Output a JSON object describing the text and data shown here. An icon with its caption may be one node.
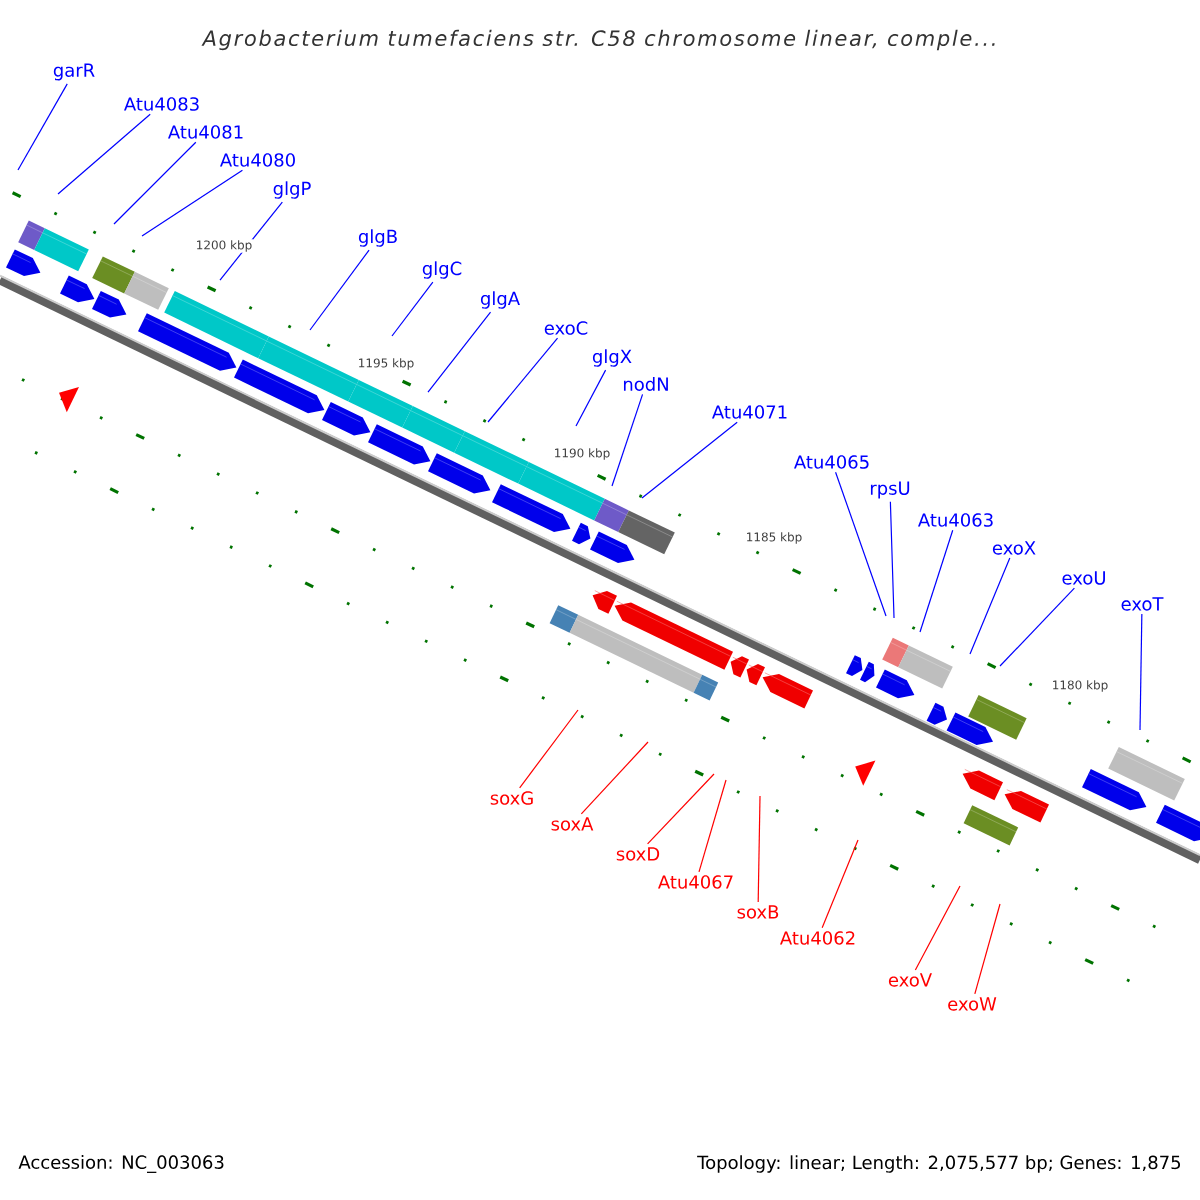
{
  "diagram": {
    "title": "Agrobacterium tumefaciens str. C58 chromosome linear, comple...",
    "nodes": [
      {
        "text": [
          "garR"
        ]
      },
      {
        "text": [
          "Atu4083"
        ]
      },
      {
        "text": [
          "Atu4081"
        ]
      },
      {
        "text": [
          "Atu4080"
        ]
      },
      {
        "text": [
          "glgP"
        ]
      },
      {
        "text": [
          "glgB"
        ]
      },
      {
        "text": [
          "glgC"
        ]
      },
      {
        "text": [
          "glgA"
        ]
      },
      {
        "text": [
          "exoC"
        ]
      },
      {
        "text": [
          "glgX"
        ]
      },
      {
        "text": [
          "nodN"
        ]
      },
      {
        "text": [
          "Atu4071"
        ]
      },
      {
        "text": [
          "Atu4065"
        ]
      },
      {
        "text": [
          "rpsU"
        ]
      },
      {
        "text": [
          "Atu4063"
        ]
      },
      {
        "text": [
          "exoX"
        ]
      },
      {
        "text": [
          "exoU"
        ]
      },
      {
        "text": [
          "exoT"
        ]
      },
      {
        "text": [
          "soxG"
        ]
      },
      {
        "text": [
          "soxA"
        ]
      },
      {
        "text": [
          "soxD"
        ]
      },
      {
        "text": [
          "Atu4067"
        ]
      },
      {
        "text": [
          "soxB"
        ]
      },
      {
        "text": [
          "Atu4062"
        ]
      },
      {
        "text": [
          "exoV"
        ]
      },
      {
        "text": [
          "exoW"
        ]
      }
    ],
    "edges": [
      {
        "from": 0,
        "to": null,
        "arrow": "none"
      },
      {
        "from": 1,
        "to": null,
        "arrow": "none"
      },
      {
        "from": 2,
        "to": null,
        "arrow": "none"
      },
      {
        "from": 3,
        "to": null,
        "arrow": "none"
      },
      {
        "from": 4,
        "to": null,
        "arrow": "none"
      },
      {
        "from": 5,
        "to": null,
        "arrow": "none"
      },
      {
        "from": 6,
        "to": null,
        "arrow": "none"
      },
      {
        "from": 7,
        "to": null,
        "arrow": "none"
      },
      {
        "from": 8,
        "to": null,
        "arrow": "none"
      },
      {
        "from": 9,
        "to": null,
        "arrow": "none"
      },
      {
        "from": 10,
        "to": null,
        "arrow": "none"
      },
      {
        "from": 11,
        "to": null,
        "arrow": "none"
      },
      {
        "from": 12,
        "to": null,
        "arrow": "none"
      },
      {
        "from": 13,
        "to": null,
        "arrow": "none"
      },
      {
        "from": 14,
        "to": null,
        "arrow": "none"
      },
      {
        "from": 15,
        "to": null,
        "arrow": "none"
      },
      {
        "from": 16,
        "to": null,
        "arrow": "none"
      },
      {
        "from": 17,
        "to": null,
        "arrow": "none"
      },
      {
        "from": 18,
        "to": null,
        "arrow": "none",
        "color": "#ff0000"
      },
      {
        "from": 19,
        "to": null,
        "arrow": "none",
        "color": "#ff0000"
      },
      {
        "from": 20,
        "to": null,
        "arrow": "none",
        "color": "#ff0000"
      },
      {
        "from": 21,
        "to": null,
        "arrow": "none",
        "color": "#ff0000"
      },
      {
        "from": 22,
        "to": null,
        "arrow": "none",
        "color": "#ff0000"
      },
      {
        "from": 23,
        "to": null,
        "arrow": "none",
        "color": "#ff0000"
      },
      {
        "from": 24,
        "to": null,
        "arrow": "none",
        "color": "#ff0000"
      },
      {
        "from": 25,
        "to": null,
        "arrow": "none",
        "color": "#ff0000"
      }
    ],
    "labels": [
      "1200 kbp",
      "1195 kbp",
      "1190 kbp",
      "1185 kbp",
      "1180 kbp",
      "Accession: NC_003063",
      "Topology: linear; Length: 2,075,577 bp; Genes: 1,875"
    ]
  }
}
